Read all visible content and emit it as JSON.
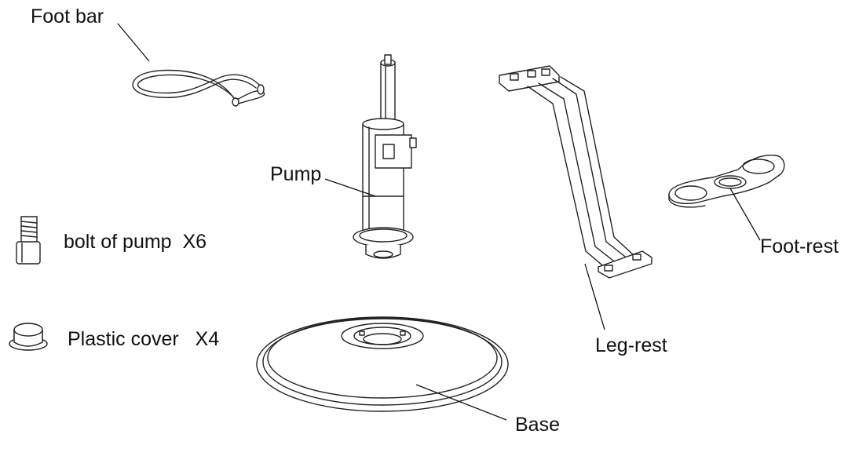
{
  "labels": {
    "foot_bar": "Foot bar",
    "pump": "Pump",
    "bolt": "bolt of pump  X6",
    "plastic_cover": "Plastic cover   X4",
    "leg_rest": "Leg-rest",
    "foot_rest": "Foot-rest",
    "base": "Base"
  }
}
